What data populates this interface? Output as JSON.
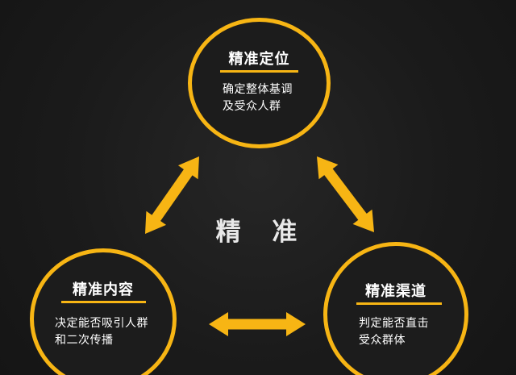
{
  "colors": {
    "accent": "#f7b514",
    "background": "#1b1b1b",
    "text": "#ffffff"
  },
  "center_label": "精 准",
  "nodes": {
    "top": {
      "title": "精准定位",
      "desc_lines": [
        "确定整体基调",
        "及受众人群"
      ]
    },
    "left": {
      "title": "精准内容",
      "desc_lines": [
        "决定能否吸引人群",
        "和二次传播"
      ]
    },
    "right": {
      "title": "精准渠道",
      "desc_lines": [
        "判定能否直击",
        "受众群体"
      ]
    }
  },
  "connectors": [
    {
      "from": "top",
      "to": "left",
      "icon": "double-arrow-icon"
    },
    {
      "from": "top",
      "to": "right",
      "icon": "double-arrow-icon"
    },
    {
      "from": "left",
      "to": "right",
      "icon": "double-arrow-icon"
    }
  ]
}
